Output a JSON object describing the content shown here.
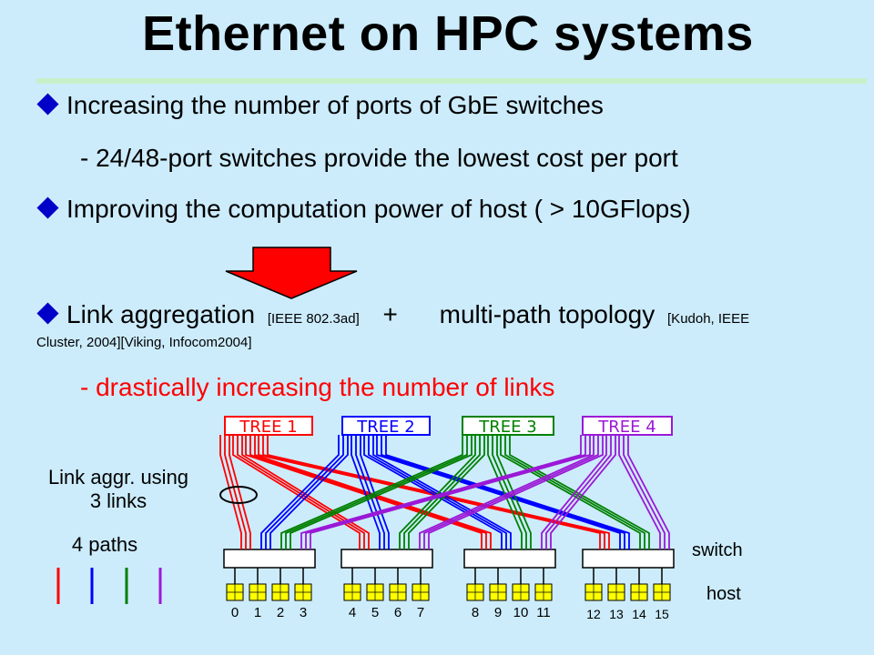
{
  "title": "Ethernet on HPC systems",
  "bullets": {
    "b1": "Increasing the number of ports of GbE switches",
    "b1_sub": "- 24/48-port switches provide the lowest cost per port",
    "b2": "Improving the computation power of host (  > 10GFlops)",
    "b3_main": "Link aggregation",
    "b3_ref1": "[IEEE 802.3ad]",
    "b3_plus": "+",
    "b3_topo": "multi-path topology",
    "b3_ref2": "[Kudoh, IEEE",
    "b3_ref2_cont": "Cluster, 2004][Viking, Infocom2004]",
    "b3_sub": "- drastically increasing the number of links"
  },
  "diagram": {
    "link_aggr_label_1": "Link aggr. using",
    "link_aggr_label_2": "3 links",
    "paths_label": "4 paths",
    "switch_label": "switch",
    "host_label": "host",
    "trees": [
      "TREE 1",
      "TREE 2",
      "TREE 3",
      "TREE 4"
    ],
    "hosts": [
      "0",
      "1",
      "2",
      "3",
      "4",
      "5",
      "6",
      "7",
      "8",
      "9",
      "10",
      "11",
      "12",
      "13",
      "14",
      "15"
    ]
  },
  "colors": {
    "background": "#ccecfc",
    "tree1": "#ff0000",
    "tree2": "#0000ff",
    "tree3": "#008000",
    "tree4": "#9b19d6",
    "host_box": "#ffff00",
    "arrow": "#ff0000"
  }
}
